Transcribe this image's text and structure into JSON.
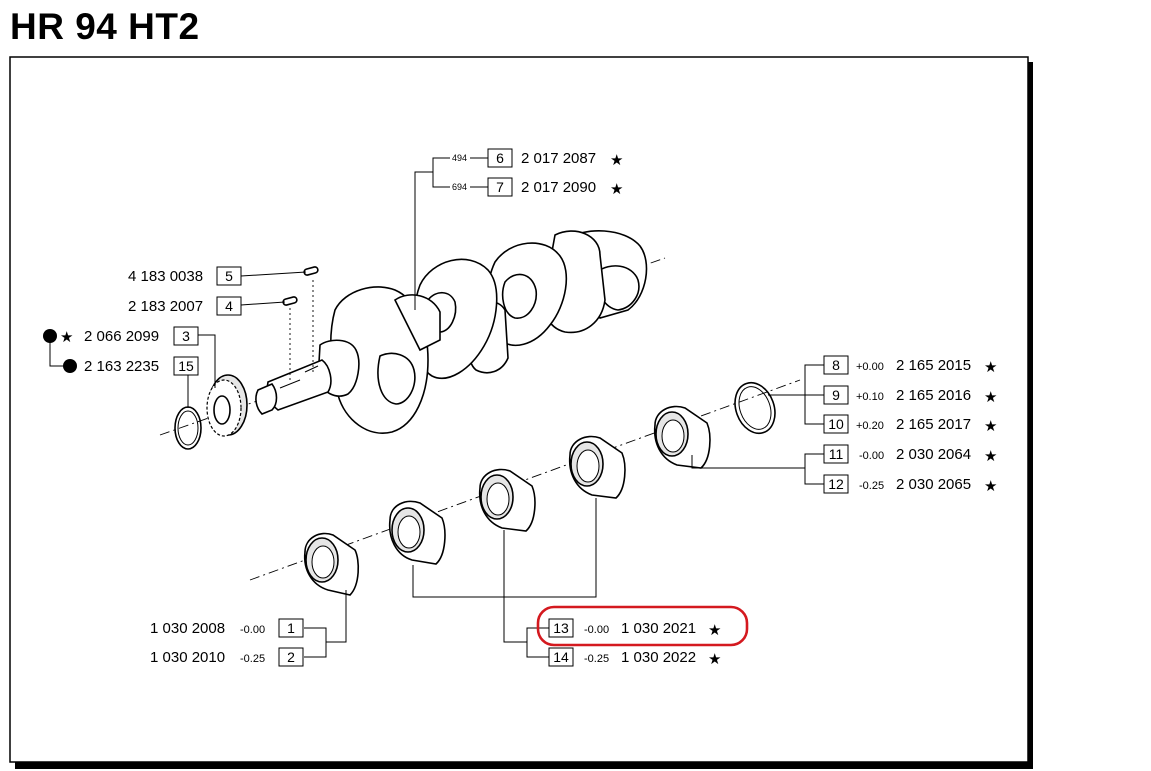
{
  "title": "HR 94 HT2",
  "callouts": [
    {
      "ref": "6",
      "prefix": "494",
      "part": "2 017 2087",
      "star": true
    },
    {
      "ref": "7",
      "prefix": "694",
      "part": "2 017 2090",
      "star": true
    },
    {
      "ref": "5",
      "part": "4 183 0038"
    },
    {
      "ref": "4",
      "part": "2 183 2007"
    },
    {
      "ref": "3",
      "part": "2 066 2099",
      "dot": true,
      "star": true
    },
    {
      "ref": "15",
      "part": "2 163 2235",
      "dot": true
    },
    {
      "ref": "8",
      "size": "+0.00",
      "part": "2 165 2015",
      "star": true
    },
    {
      "ref": "9",
      "size": "+0.10",
      "part": "2 165 2016",
      "star": true
    },
    {
      "ref": "10",
      "size": "+0.20",
      "part": "2 165 2017",
      "star": true
    },
    {
      "ref": "11",
      "size": "-0.00",
      "part": "2 030 2064",
      "star": true
    },
    {
      "ref": "12",
      "size": "-0.25",
      "part": "2 030 2065",
      "star": true
    },
    {
      "ref": "13",
      "size": "-0.00",
      "part": "1 030 2021",
      "star": true,
      "highlighted": true
    },
    {
      "ref": "14",
      "size": "-0.25",
      "part": "1 030 2022",
      "star": true
    },
    {
      "ref": "1",
      "size": "-0.00",
      "part": "1 030 2008"
    },
    {
      "ref": "2",
      "size": "-0.25",
      "part": "1 030 2010"
    }
  ],
  "colors": {
    "highlight": "#d4191f",
    "ink": "#000000",
    "frame_shadow": "#000000"
  }
}
